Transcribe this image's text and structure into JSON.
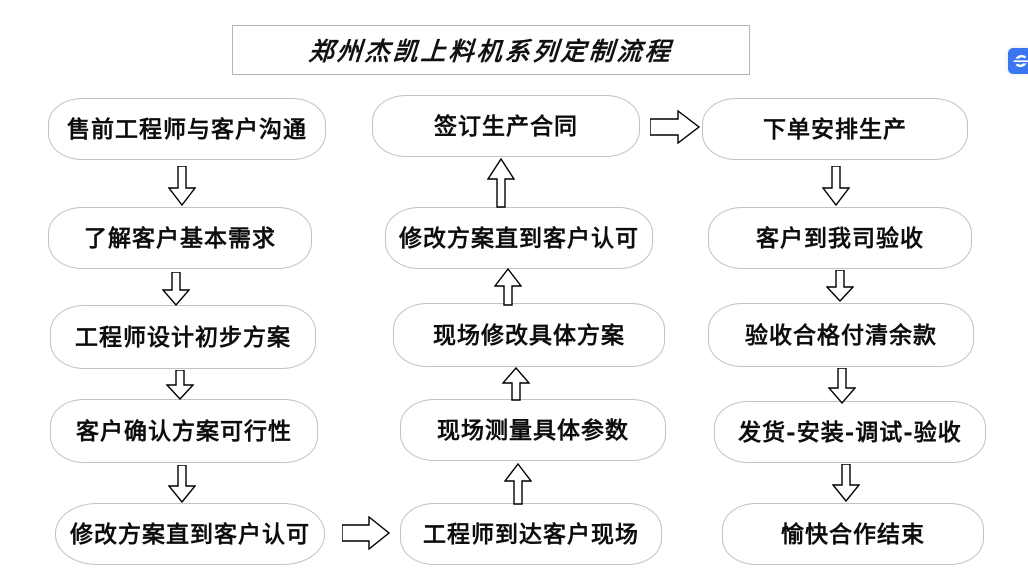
{
  "diagram": {
    "type": "flowchart",
    "title": "郑州杰凯上料机系列定制流程",
    "background_color": "#ffffff",
    "box_border_color": "#c2c2c2",
    "text_color": "#0d0d0d",
    "columns": [
      {
        "name": "column-1",
        "direction": "down",
        "nodes": [
          {
            "id": "n1",
            "label": "售前工程师与客户沟通"
          },
          {
            "id": "n2",
            "label": "了解客户基本需求"
          },
          {
            "id": "n3",
            "label": "工程师设计初步方案"
          },
          {
            "id": "n4",
            "label": "客户确认方案可行性"
          },
          {
            "id": "n5",
            "label": "修改方案直到客户认可"
          }
        ]
      },
      {
        "name": "column-2",
        "direction": "up",
        "nodes": [
          {
            "id": "n6",
            "label": "签订生产合同"
          },
          {
            "id": "n7",
            "label": "修改方案直到客户认可"
          },
          {
            "id": "n8",
            "label": "现场修改具体方案"
          },
          {
            "id": "n9",
            "label": "现场测量具体参数"
          },
          {
            "id": "n10",
            "label": "工程师到达客户现场"
          }
        ]
      },
      {
        "name": "column-3",
        "direction": "down",
        "nodes": [
          {
            "id": "n11",
            "label": "下单安排生产"
          },
          {
            "id": "n12",
            "label": "客户到我司验收"
          },
          {
            "id": "n13",
            "label": "验收合格付清余款"
          },
          {
            "id": "n14",
            "label": "发货-安装-调试-验收"
          },
          {
            "id": "n15",
            "label": "愉快合作结束"
          }
        ]
      }
    ],
    "connectors": [
      {
        "id": "a1",
        "from": "n1",
        "to": "n2",
        "direction": "down"
      },
      {
        "id": "a2",
        "from": "n2",
        "to": "n3",
        "direction": "down"
      },
      {
        "id": "a3",
        "from": "n3",
        "to": "n4",
        "direction": "down"
      },
      {
        "id": "a4",
        "from": "n4",
        "to": "n5",
        "direction": "down"
      },
      {
        "id": "a5",
        "from": "n5",
        "to": "n10",
        "direction": "right"
      },
      {
        "id": "a6",
        "from": "n10",
        "to": "n9",
        "direction": "up"
      },
      {
        "id": "a7",
        "from": "n9",
        "to": "n8",
        "direction": "up"
      },
      {
        "id": "a8",
        "from": "n8",
        "to": "n7",
        "direction": "up"
      },
      {
        "id": "a9",
        "from": "n7",
        "to": "n6",
        "direction": "up"
      },
      {
        "id": "a10",
        "from": "n6",
        "to": "n11",
        "direction": "right"
      },
      {
        "id": "a11",
        "from": "n11",
        "to": "n12",
        "direction": "down"
      },
      {
        "id": "a12",
        "from": "n12",
        "to": "n13",
        "direction": "down"
      },
      {
        "id": "a13",
        "from": "n13",
        "to": "n14",
        "direction": "down"
      },
      {
        "id": "a14",
        "from": "n14",
        "to": "n15",
        "direction": "down"
      }
    ]
  },
  "watermark": {
    "name": "sogou-logo",
    "color": "#3a76f0",
    "glyph": "S"
  }
}
